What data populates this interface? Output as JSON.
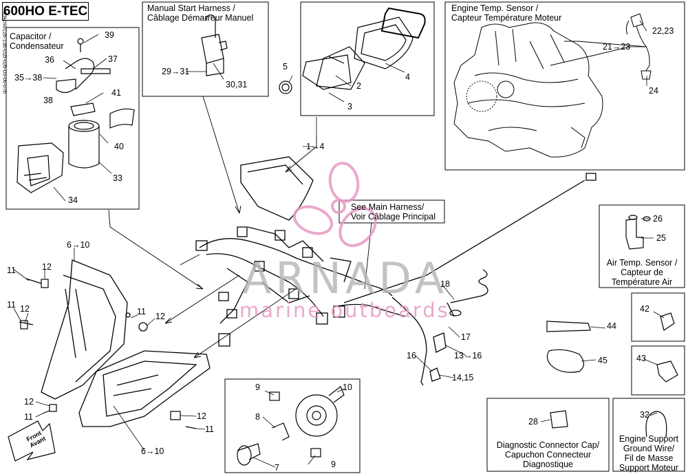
{
  "diagram": {
    "title": "600HO E-TEC",
    "side_code": "33k09912b-13b-01b-02b-03-06-07b",
    "boxes": {
      "capacitor": "Capacitor /\nCondensateur",
      "manual_start": "Manual Start Harness /\nCâblage Démarreur Manuel",
      "engine_temp": "Engine Temp. Sensor /\nCapteur Température Moteur",
      "main_harness": "See Main Harness/\nVoir Câblage Principal",
      "air_temp": "Air Temp. Sensor /\nCapteur de\nTempérature Air",
      "diag_cap": "Diagnostic Connector Cap/\nCapuchon Connecteur\nDiagnostique",
      "ground_wire": "Engine Support\nGround Wire/\nFil de Masse\nSupport Moteur"
    },
    "front": "Front\nAvant",
    "watermark": {
      "brand": "ARNADA",
      "sub": "marine outboards"
    },
    "numbers": {
      "n39": "39",
      "n36": "36",
      "n37": "37",
      "n35_38": "35→38",
      "n38": "38",
      "n41": "41",
      "n40": "40",
      "n33": "33",
      "n34": "34",
      "n29_31": "29→31",
      "n30_31": "30,31",
      "n5": "5",
      "n2": "2",
      "n3": "3",
      "n4": "4",
      "n1_4": "1→4",
      "n22_23": "22,23",
      "n21_23": "21→23",
      "n24": "24",
      "n26": "26",
      "n25": "25",
      "n6_10_top": "6→10",
      "n11_a": "11",
      "n12_a": "12",
      "n11_b": "11",
      "n12_b": "12",
      "n11_c": "11",
      "n12_c": "12",
      "n12_d": "12",
      "n11_d": "11",
      "n12_e": "12",
      "n11_e": "11",
      "n6_10_bottom": "6→10",
      "n9_a": "9",
      "n10": "10",
      "n8": "8",
      "n9_b": "9",
      "n7": "7",
      "n18": "18",
      "n17": "17",
      "n16": "16",
      "n13_16": "13→16",
      "n14_15": "14,15",
      "n44": "44",
      "n45": "45",
      "n42": "42",
      "n43": "43",
      "n28": "28",
      "n32": "32"
    }
  }
}
